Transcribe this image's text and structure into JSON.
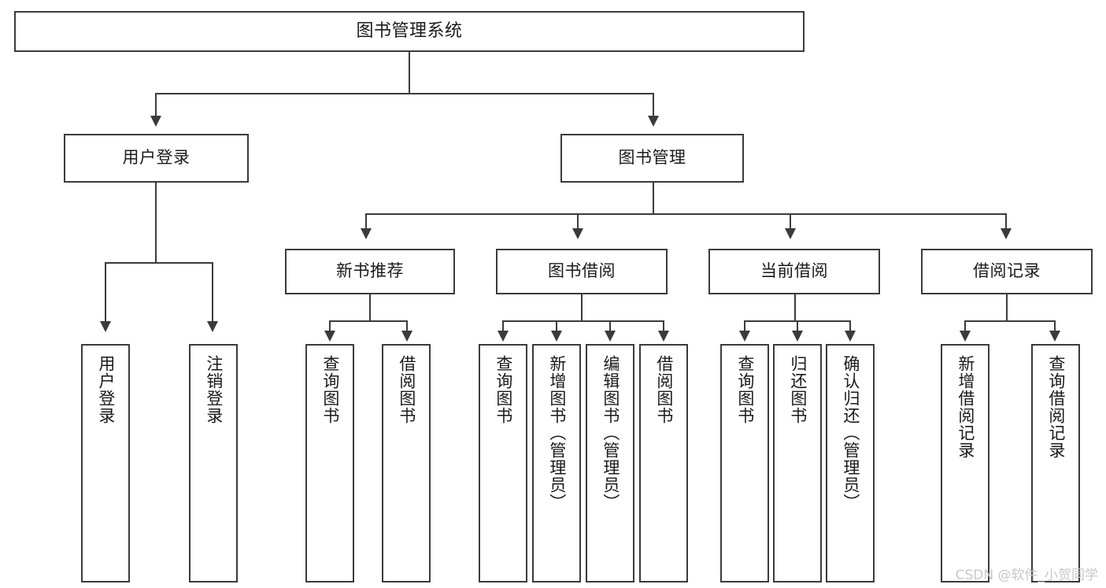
{
  "diagram": {
    "title": "图书管理系统",
    "type": "tree-hierarchy-chart",
    "root": {
      "label": "图书管理系统"
    },
    "level2": [
      {
        "label": "用户登录"
      },
      {
        "label": "图书管理"
      }
    ],
    "level3": [
      {
        "label": "新书推荐"
      },
      {
        "label": "图书借阅"
      },
      {
        "label": "当前借阅"
      },
      {
        "label": "借阅记录"
      }
    ],
    "leaves": {
      "user_login": [
        {
          "label": "用户登录"
        },
        {
          "label": "注销登录"
        }
      ],
      "new_book_recommend": [
        {
          "label": "查询图书"
        },
        {
          "label": "借阅图书"
        }
      ],
      "book_borrow": [
        {
          "label": "查询图书"
        },
        {
          "label": "新增图书（管理员）"
        },
        {
          "label": "编辑图书（管理员）"
        },
        {
          "label": "借阅图书"
        }
      ],
      "current_borrow": [
        {
          "label": "查询图书"
        },
        {
          "label": "归还图书"
        },
        {
          "label": "确认归还（管理员）"
        }
      ],
      "borrow_record": [
        {
          "label": "新增借阅记录"
        },
        {
          "label": "查询借阅记录"
        }
      ]
    }
  },
  "watermark": {
    "text": "CSDN @软件_小贺同学"
  },
  "colors": {
    "stroke": "#3b3b3b",
    "background": "#ffffff",
    "text": "#1a1a1a",
    "watermark": "#c8c8c8"
  }
}
